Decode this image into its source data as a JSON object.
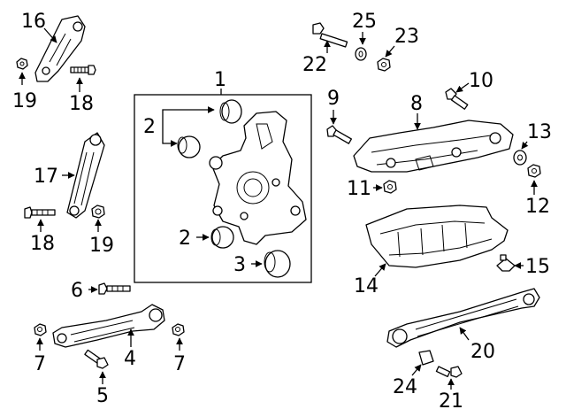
{
  "callouts": {
    "c1": "1",
    "c2a": "2",
    "c2b": "2",
    "c3": "3",
    "c4": "4",
    "c5": "5",
    "c6": "6",
    "c7a": "7",
    "c7b": "7",
    "c8": "8",
    "c9": "9",
    "c10": "10",
    "c11": "11",
    "c12": "12",
    "c13": "13",
    "c14": "14",
    "c15": "15",
    "c16": "16",
    "c17": "17",
    "c18a": "18",
    "c18b": "18",
    "c19a": "19",
    "c19b": "19",
    "c20": "20",
    "c21": "21",
    "c22": "22",
    "c23": "23",
    "c24": "24",
    "c25": "25"
  }
}
